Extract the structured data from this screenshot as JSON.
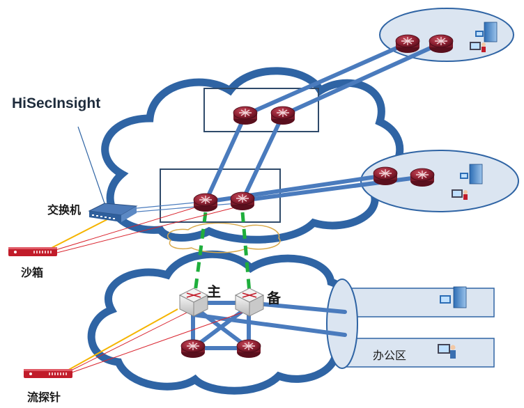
{
  "labels": {
    "product": "HiSecInsight",
    "switch": "交换机",
    "sandbox": "沙箱",
    "probe": "流探针",
    "primary": "主",
    "backup": "备",
    "office": "办公区"
  },
  "colors": {
    "cloud_stroke": "#2f64a4",
    "link_blue": "#4a7bbd",
    "link_green": "#1fae3c",
    "link_orange": "#f5b400",
    "link_red": "#d9232d",
    "site_fill": "#dbe5f1",
    "router_fill": "#8e2032"
  }
}
